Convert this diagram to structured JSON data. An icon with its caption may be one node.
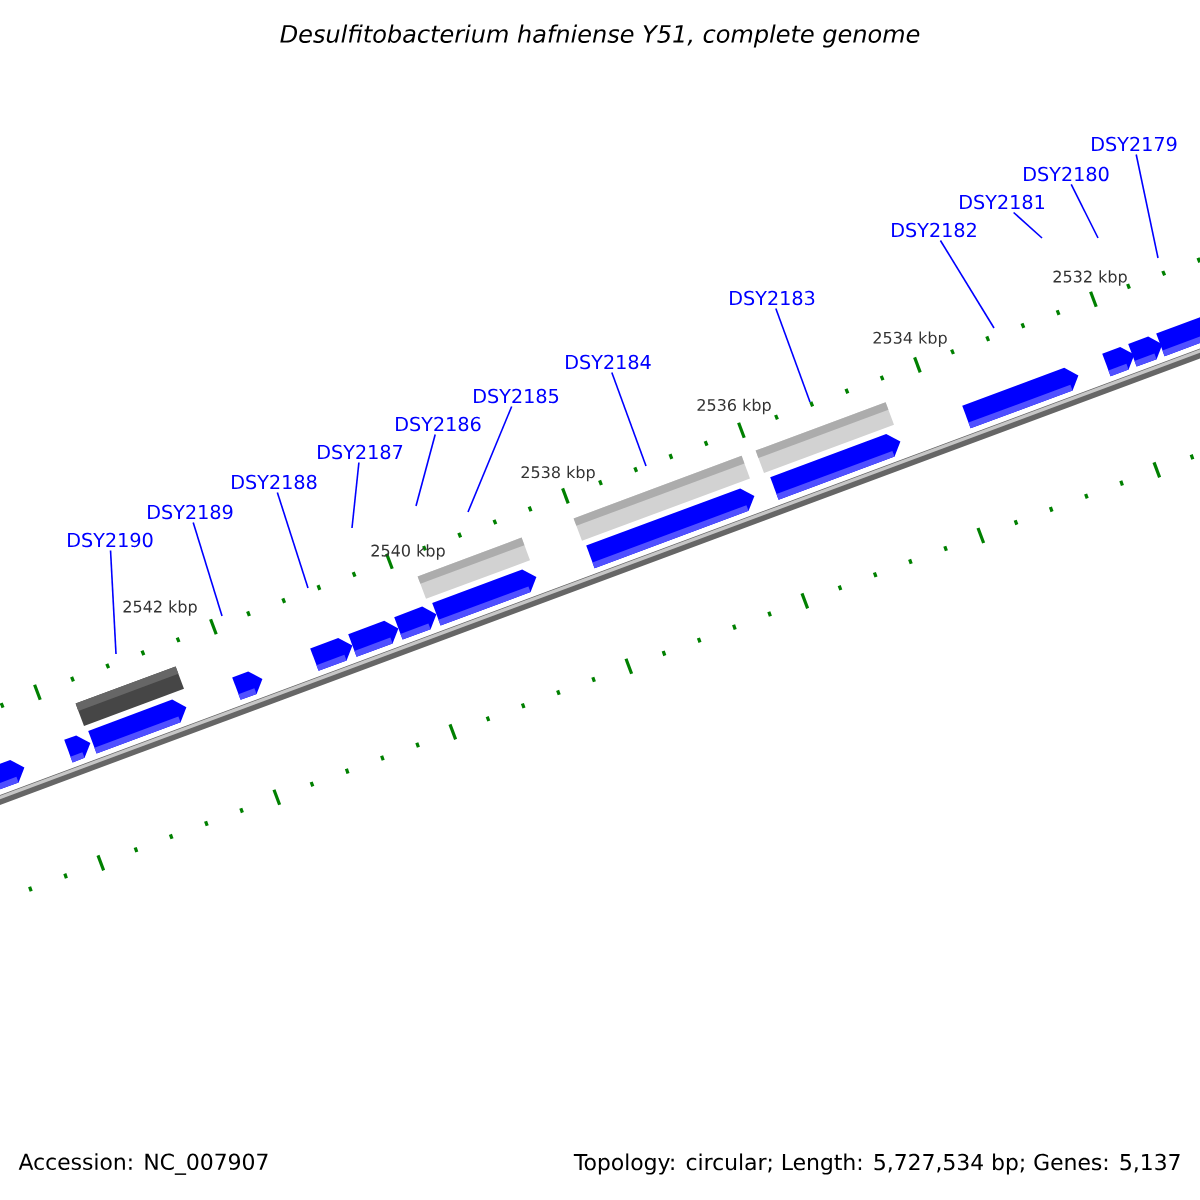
{
  "diagram": {
    "title": "Desulfitobacterium hafniense Y51, complete genome",
    "nodes": [
      {
        "text": [
          "DSY2190"
        ]
      },
      {
        "text": [
          "DSY2189"
        ]
      },
      {
        "text": [
          "DSY2188"
        ]
      },
      {
        "text": [
          "DSY2187"
        ]
      },
      {
        "text": [
          "DSY2186"
        ]
      },
      {
        "text": [
          "DSY2185"
        ]
      },
      {
        "text": [
          "DSY2184"
        ]
      },
      {
        "text": [
          "DSY2183"
        ]
      },
      {
        "text": [
          "DSY2182"
        ]
      },
      {
        "text": [
          "DSY2181"
        ]
      },
      {
        "text": [
          "DSY2180"
        ]
      },
      {
        "text": [
          "DSY2179"
        ]
      }
    ],
    "edges": [
      {
        "from": 0,
        "to": null,
        "arrow": "none"
      },
      {
        "from": 1,
        "to": null,
        "arrow": "none"
      },
      {
        "from": 2,
        "to": null,
        "arrow": "none"
      },
      {
        "from": 3,
        "to": null,
        "arrow": "none"
      },
      {
        "from": 4,
        "to": null,
        "arrow": "none"
      },
      {
        "from": 5,
        "to": null,
        "arrow": "none"
      },
      {
        "from": 6,
        "to": null,
        "arrow": "none"
      },
      {
        "from": 7,
        "to": null,
        "arrow": "none"
      },
      {
        "from": 8,
        "to": null,
        "arrow": "none"
      },
      {
        "from": 9,
        "to": null,
        "arrow": "none"
      },
      {
        "from": 10,
        "to": null,
        "arrow": "none"
      },
      {
        "from": 11,
        "to": null,
        "arrow": "none"
      }
    ],
    "labels": [
      "2532 kbp",
      "2534 kbp",
      "2536 kbp",
      "2538 kbp",
      "2540 kbp",
      "2542 kbp",
      "Accession: NC_007907",
      "Topology: circular; Length: 5,727,534 bp; Genes: 5,137"
    ]
  }
}
